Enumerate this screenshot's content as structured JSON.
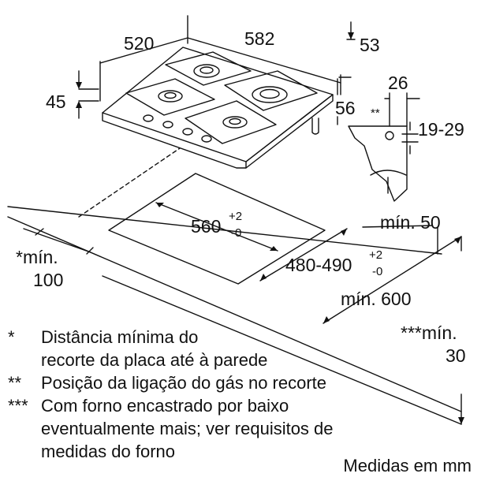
{
  "dimensions": {
    "d520": "520",
    "d582": "582",
    "d53": "53",
    "d45": "45",
    "d56": "56",
    "d26": "26",
    "gas_mark": "**",
    "d19_29": "19-29",
    "cutout_width": "560",
    "cutout_width_tol_plus": "+2",
    "cutout_width_tol_minus": "-0",
    "cutout_depth": "480-490",
    "cutout_depth_tol_plus": "+2",
    "cutout_depth_tol_minus": "-0",
    "min50": "mín. 50",
    "min600": "mín. 600",
    "min100_line1": "*mín.",
    "min100_line2": "100",
    "min30_line1": "***mín.",
    "min30_line2": "30"
  },
  "legend": [
    {
      "mark": "*",
      "lines": [
        "Distância mínima do",
        "recorte da placa até à parede"
      ]
    },
    {
      "mark": "**",
      "lines": [
        "Posição da ligação do gás no recorte"
      ]
    },
    {
      "mark": "***",
      "lines": [
        "Com forno encastrado por baixo",
        "eventualmente mais; ver requisitos de",
        "medidas do forno"
      ]
    }
  ],
  "footer": "Medidas em mm"
}
